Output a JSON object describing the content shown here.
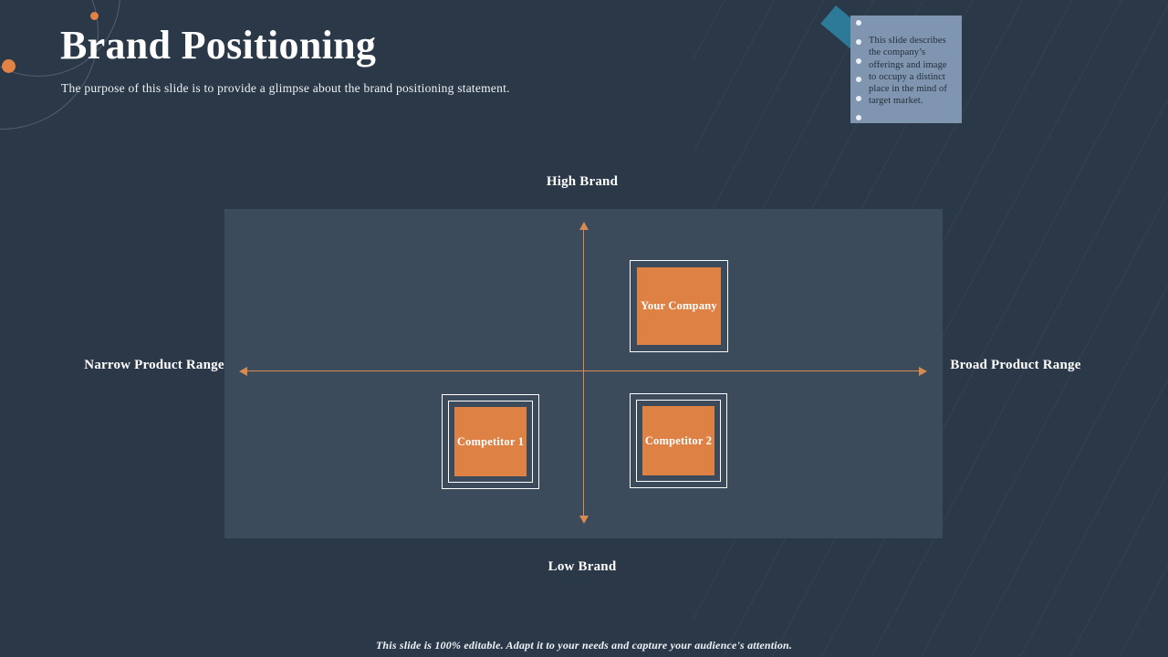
{
  "slide": {
    "title": "Brand Positioning",
    "subtitle": "The purpose of this slide is to provide a glimpse about the brand positioning statement.",
    "footer": "This slide is 100% editable. Adapt it to your needs and capture your audience's  attention."
  },
  "note_card": {
    "text": "This slide describes the company’s offerings and image to occupy a distinct place in the mind of target market.",
    "background_color": "#8096b0",
    "tape_color": "#2e7fa0",
    "hole_count": 6
  },
  "matrix": {
    "panel_color": "#3c4b5c",
    "axis_color": "#d98a4f",
    "labels": {
      "top": "High Brand",
      "bottom": "Low Brand",
      "left": "Narrow Product Range",
      "right": "Broad Product Range"
    },
    "markers": [
      {
        "id": "your-company",
        "label": "Your Company",
        "quadrant": "top-right",
        "color": "#dd8144"
      },
      {
        "id": "competitor-1",
        "label": "Competitor 1",
        "quadrant": "bottom-left",
        "color": "#dd8144"
      },
      {
        "id": "competitor-2",
        "label": "Competitor 2",
        "quadrant": "bottom-right",
        "color": "#dd8144"
      }
    ]
  },
  "theme": {
    "background_color": "#2b3848",
    "accent_color": "#e08344",
    "text_color": "#ffffff"
  }
}
